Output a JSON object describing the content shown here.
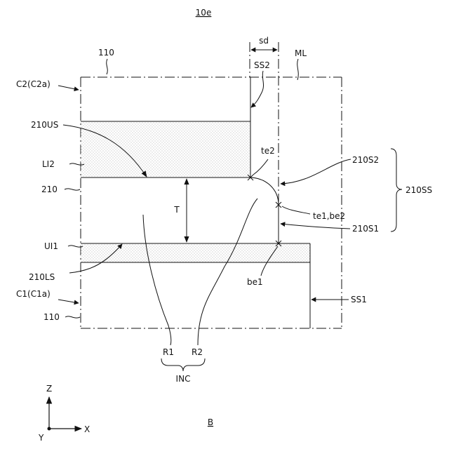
{
  "figure": {
    "title": "10e",
    "view_label": "B"
  },
  "labels": {
    "sd": "sd",
    "ss2": "SS2",
    "ml": "ML",
    "layer110_top": "110",
    "c2": "C2(C2a)",
    "us210": "210US",
    "li2": "LI2",
    "layer210": "210",
    "ui1": "UI1",
    "ls210": "210LS",
    "c1": "C1(C1a)",
    "layer110_bottom": "110",
    "t": "T",
    "te2": "te2",
    "s2_210": "210S2",
    "ss_210": "210SS",
    "te1_be2": "te1,be2",
    "s1_210": "210S1",
    "be1": "be1",
    "ss1": "SS1",
    "r1": "R1",
    "r2": "R2",
    "inc": "INC"
  },
  "axes": {
    "z": "Z",
    "x": "X",
    "y": "Y"
  },
  "colors": {
    "line": "#111111",
    "dot_fill": "#c8c8c8",
    "background": "#ffffff"
  }
}
